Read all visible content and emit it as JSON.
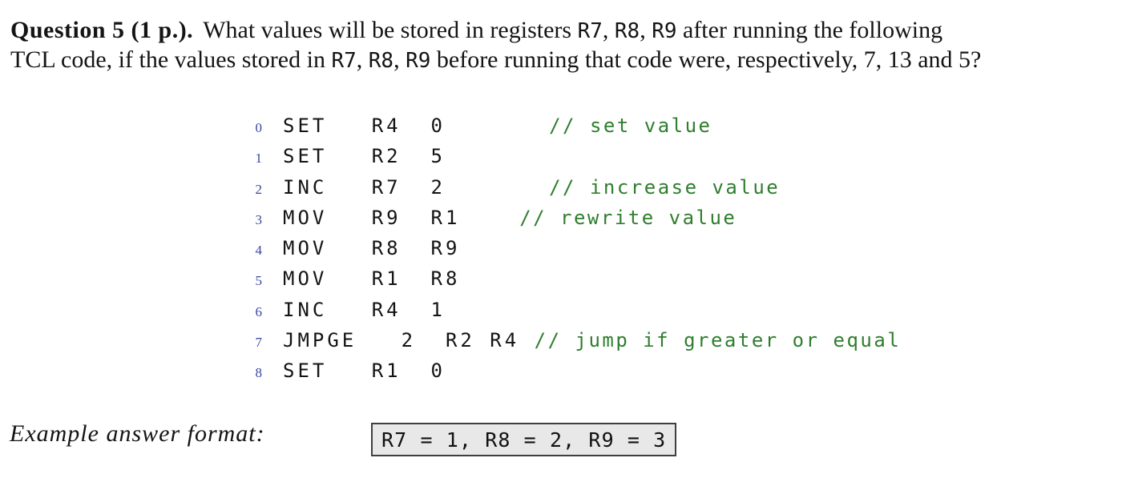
{
  "colors": {
    "background": "#ffffff",
    "text": "#141414",
    "comment_green": "#2f7e2f",
    "line_number_blue": "#3a469d",
    "answer_box_bg": "#e8e8e8",
    "answer_box_border": "#3f3f3f"
  },
  "question": {
    "line1": {
      "bold": "Question 5 (1 p.).",
      "t1": "What values will be stored in registers ",
      "r1": "R7",
      "sep1": ", ",
      "r2": "R8",
      "sep2": ", ",
      "r3": "R9",
      "t2": " after running the following"
    },
    "line2": {
      "t1": "TCL code, if the values stored in ",
      "r1": "R7",
      "sep1": ", ",
      "r2": "R8",
      "sep2": ", ",
      "r3": "R9",
      "t2": " before running that code were, respectively, 7, 13 and 5?"
    }
  },
  "code": {
    "language": "TCL",
    "lines": [
      {
        "num": "0",
        "code": "SET   R4  0       ",
        "comment": "// set value"
      },
      {
        "num": "1",
        "code": "SET   R2  5",
        "comment": ""
      },
      {
        "num": "2",
        "code": "INC   R7  2       ",
        "comment": "// increase value"
      },
      {
        "num": "3",
        "code": "MOV   R9  R1    ",
        "comment": "// rewrite value"
      },
      {
        "num": "4",
        "code": "MOV   R8  R9",
        "comment": ""
      },
      {
        "num": "5",
        "code": "MOV   R1  R8",
        "comment": ""
      },
      {
        "num": "6",
        "code": "INC   R4  1",
        "comment": ""
      },
      {
        "num": "7",
        "code": "JMPGE   2  R2 R4 ",
        "comment": "// jump if greater or equal"
      },
      {
        "num": "8",
        "code": "SET   R1  0",
        "comment": ""
      }
    ]
  },
  "example": {
    "label": "Example answer format:",
    "answer": "R7 = 1, R8 = 2, R9 = 3"
  }
}
